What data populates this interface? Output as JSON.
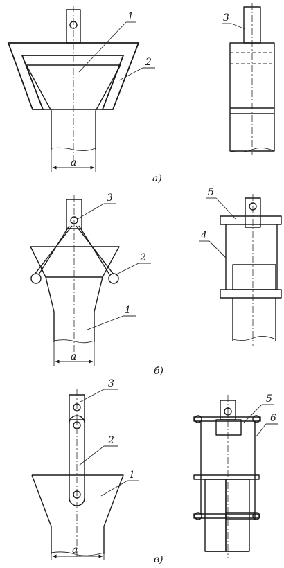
{
  "labels": {
    "a1": "1",
    "a2": "2",
    "a3": "3",
    "b1": "1",
    "b2": "2",
    "b3": "3",
    "b4": "4",
    "b5": "5",
    "c1": "1",
    "c2": "2",
    "c3": "3",
    "c5": "5",
    "c6": "6"
  },
  "dimension": {
    "a": "a",
    "b": "a",
    "c": "a"
  },
  "captions": {
    "a": "а)",
    "b": "б)",
    "c": "в)"
  }
}
